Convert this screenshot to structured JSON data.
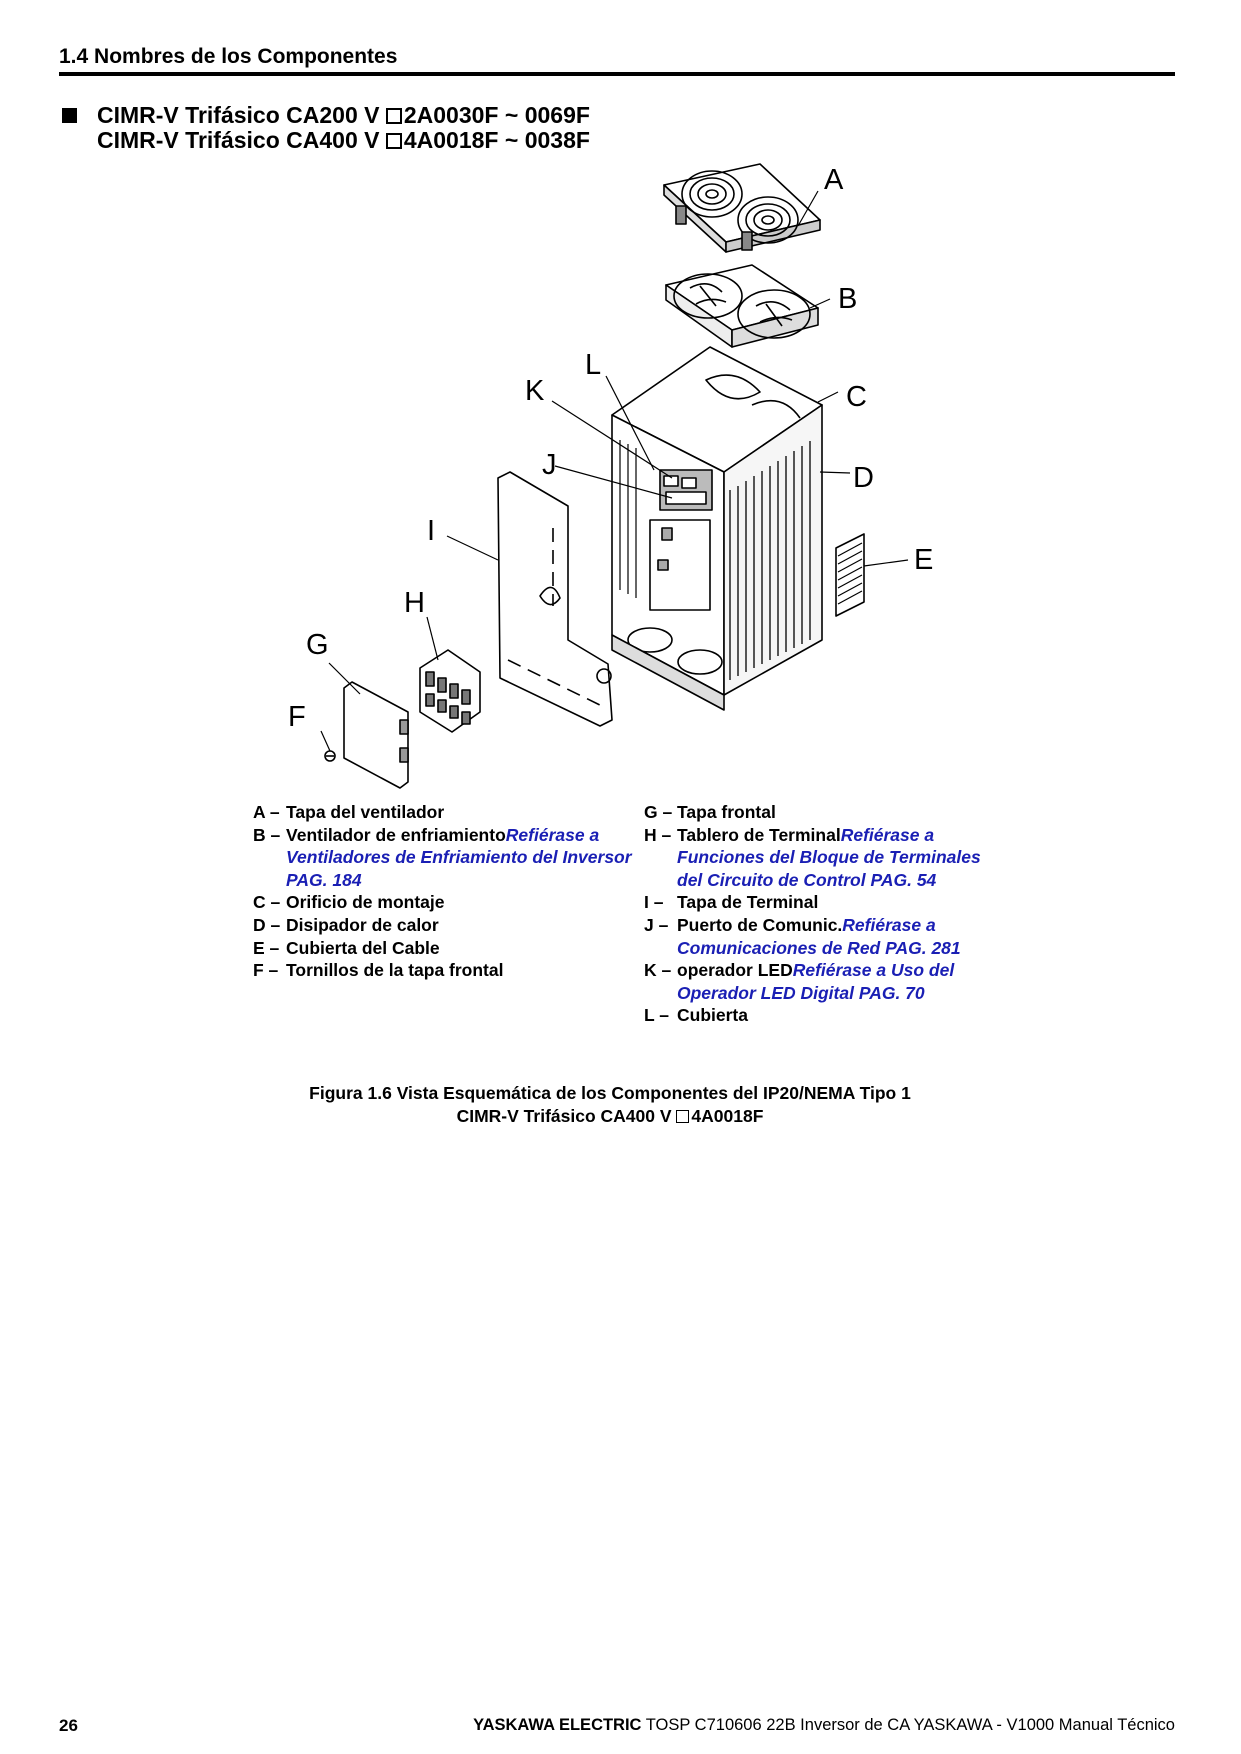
{
  "header": {
    "section_title": "1.4 Nombres de los Componentes"
  },
  "title": {
    "line1_prefix": "CIMR-V Trifásico CA200 V ",
    "line1_suffix": "2A0030F ~ 0069F",
    "line2_prefix": "CIMR-V Trifásico CA400 V ",
    "line2_suffix": "4A0018F ~ 0038F"
  },
  "figure": {
    "callouts": {
      "A": "A",
      "B": "B",
      "C": "C",
      "D": "D",
      "E": "E",
      "F": "F",
      "G": "G",
      "H": "H",
      "I": "I",
      "J": "J",
      "K": "K",
      "L": "L"
    }
  },
  "legend": {
    "left": [
      {
        "letter": "A –",
        "text": "Tapa del ventilador",
        "link": ""
      },
      {
        "letter": "B –",
        "text": "Ventilador de enfriamiento",
        "link": "Refiérase a Ventiladores de Enfriamiento del Inversor PAG. 184"
      },
      {
        "letter": "C –",
        "text": "Orificio de montaje",
        "link": ""
      },
      {
        "letter": "D –",
        "text": "Disipador de calor",
        "link": ""
      },
      {
        "letter": "E –",
        "text": "Cubierta del Cable",
        "link": ""
      },
      {
        "letter": "F –",
        "text": "Tornillos de la tapa frontal",
        "link": ""
      }
    ],
    "right": [
      {
        "letter": "G –",
        "text": "Tapa frontal",
        "link": ""
      },
      {
        "letter": "H –",
        "text": "Tablero de Terminal",
        "link": "Refiérase a Funciones del Bloque de Terminales del Circuito de Control PAG. 54"
      },
      {
        "letter": "I  –",
        "text": "Tapa de Terminal",
        "link": ""
      },
      {
        "letter": "J –",
        "text": "Puerto de Comunic.",
        "link": "Refiérase a Comunicaciones de Red PAG. 281"
      },
      {
        "letter": "K –",
        "text": "operador LED",
        "link": "Refiérase a Uso del Operador LED Digital PAG. 70"
      },
      {
        "letter": "L –",
        "text": "Cubierta",
        "link": ""
      }
    ]
  },
  "caption": {
    "line1": "Figura 1.6  Vista Esquemática de los Componentes del IP20/NEMA Tipo 1",
    "line2_prefix": "CIMR-V Trifásico CA400 V ",
    "line2_suffix": "4A0018F"
  },
  "footer": {
    "page_number": "26",
    "brand": "YASKAWA ELECTRIC",
    "doc": " TOSP C710606 22B Inversor de CA YASKAWA - V1000 Manual Técnico"
  }
}
